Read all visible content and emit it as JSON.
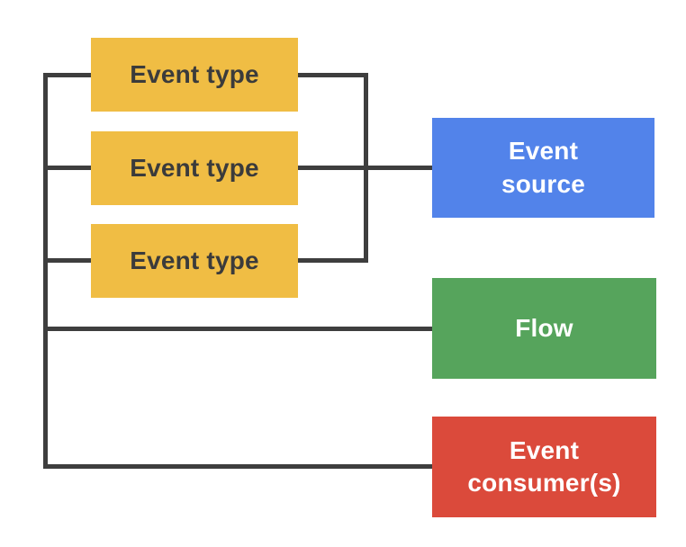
{
  "diagram": {
    "background_color": "#ffffff",
    "line_color": "#3e3e3e",
    "nodes": {
      "event_type_1": {
        "label": "Event type",
        "color": "#f0bd44",
        "text_color": "#3b3b3b"
      },
      "event_type_2": {
        "label": "Event type",
        "color": "#f0bd44",
        "text_color": "#3b3b3b"
      },
      "event_type_3": {
        "label": "Event type",
        "color": "#f0bd44",
        "text_color": "#3b3b3b"
      },
      "event_source": {
        "label": "Event\nsource",
        "color": "#5283ea",
        "text_color": "#ffffff"
      },
      "flow": {
        "label": "Flow",
        "color": "#56a45c",
        "text_color": "#ffffff"
      },
      "event_consumers": {
        "label": "Event\nconsumer(s)",
        "color": "#db4a3b",
        "text_color": "#ffffff"
      }
    },
    "connections": [
      "event_type_1 - event_source",
      "event_type_2 - event_source",
      "event_type_3 - event_source",
      "event_types - flow",
      "event_types - event_consumers"
    ]
  }
}
